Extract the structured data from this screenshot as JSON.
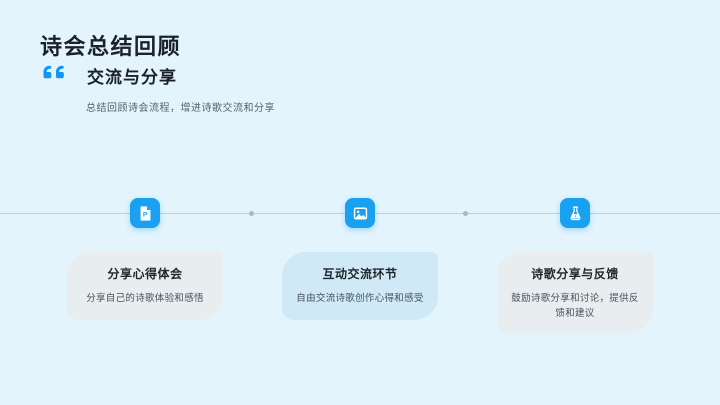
{
  "slide": {
    "title": "诗会总结回顾",
    "section_heading": "交流与分享",
    "subtitle": "总结回顾诗会流程，增进诗歌交流和分享"
  },
  "timeline": {
    "milestones": [
      {
        "icon": "document-icon",
        "title": "分享心得体会",
        "description": "分享自己的诗歌体验和感悟",
        "highlighted": false
      },
      {
        "icon": "image-icon",
        "title": "互动交流环节",
        "description": "自由交流诗歌创作心得和感受",
        "highlighted": true
      },
      {
        "icon": "flask-icon",
        "title": "诗歌分享与反馈",
        "description": "鼓励诗歌分享和讨论，提供反馈和建议",
        "highlighted": false
      }
    ]
  },
  "colors": {
    "background": "#E3F4FC",
    "accent_blue": "#1196F5",
    "icon_blue": "#19A0F1",
    "title_dark": "#1B212B",
    "muted_text": "#54626E",
    "card_gray_bg": "#E8EDEF",
    "card_blue_bg": "#CFE9F7",
    "timeline_line": "#C6CDD3"
  }
}
